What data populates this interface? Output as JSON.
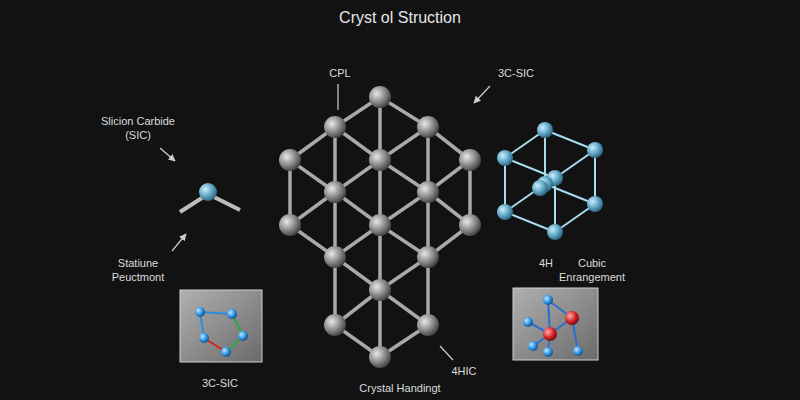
{
  "diagram": {
    "title": "Cryst ol Struction",
    "labels": [
      "CPL",
      "3C-SIC",
      "Slicion Carbide (SIC)",
      "Statiune Peuctmont",
      "4H",
      "Cubic Enrangement",
      "3C-SIC",
      "4HIC",
      "Crystal Handingt"
    ]
  }
}
